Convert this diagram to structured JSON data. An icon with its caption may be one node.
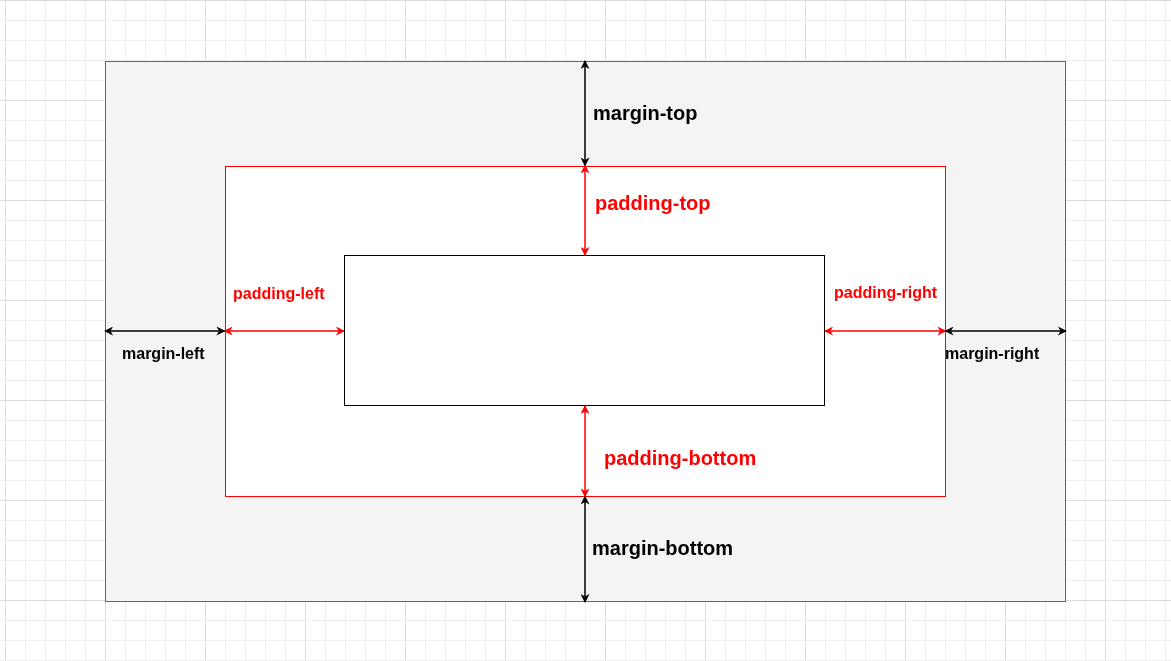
{
  "diagram": {
    "nodes": [
      {
        "text": [],
        "shape": "box"
      },
      {
        "text": [],
        "shape": "box",
        "in": 0
      },
      {
        "text": [],
        "shape": "box",
        "in": 1
      }
    ],
    "edges": [
      {
        "from": 0,
        "to": 1,
        "arrow": "both",
        "label": "margin-top"
      },
      {
        "from": 1,
        "to": 2,
        "arrow": "both",
        "label": "padding-top",
        "color": "#ff0000"
      },
      {
        "from": 1,
        "to": 2,
        "arrow": "both",
        "label": "padding-left",
        "color": "#ff0000"
      },
      {
        "from": 2,
        "to": 1,
        "arrow": "both",
        "label": "padding-right",
        "color": "#ff0000"
      },
      {
        "from": 0,
        "to": 1,
        "arrow": "both",
        "label": "margin-left"
      },
      {
        "from": 1,
        "to": 0,
        "arrow": "both",
        "label": "margin-right"
      },
      {
        "from": 2,
        "to": 1,
        "arrow": "both",
        "label": "padding-bottom",
        "color": "#ff0000"
      },
      {
        "from": 1,
        "to": 0,
        "arrow": "both",
        "label": "margin-bottom"
      }
    ]
  }
}
